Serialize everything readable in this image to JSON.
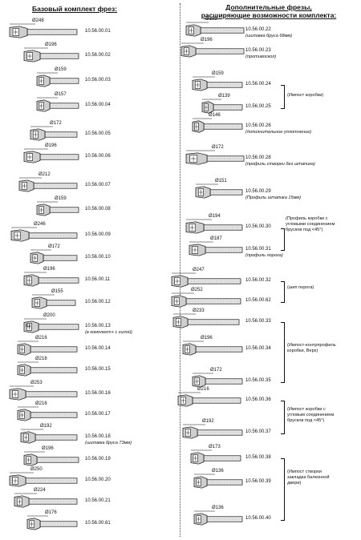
{
  "left": {
    "title": "Базовый комплект фрез:",
    "items": [
      {
        "dia": "Ø248",
        "code": "10.56.00.01"
      },
      {
        "dia": "Ø196",
        "code": "10.56.00.02"
      },
      {
        "dia": "Ø159",
        "code": "10.56.00.03"
      },
      {
        "dia": "Ø157",
        "code": "10.56.00.04"
      },
      {
        "dia": "Ø172",
        "code": "10.56.00.05"
      },
      {
        "dia": "Ø196",
        "code": "10.56.00.06"
      },
      {
        "dia": "Ø212",
        "code": "10.56.00.07"
      },
      {
        "dia": "Ø159",
        "code": "10.56.00.08"
      },
      {
        "dia": "Ø246",
        "code": "10.56.00.09"
      },
      {
        "dia": "Ø172",
        "code": "10.56.00.10"
      },
      {
        "dia": "Ø196",
        "code": "10.56.00.11"
      },
      {
        "dia": "Ø155",
        "code": "10.56.00.12"
      },
      {
        "dia": "Ø200",
        "code": "10.56.00.13",
        "note": "(в комплект+ с гилой)",
        "label": "nз"
      },
      {
        "dia": "Ø216",
        "code": "10.56.00.14"
      },
      {
        "dia": "Ø216",
        "code": "10.56.00.15"
      },
      {
        "dia": "Ø253",
        "code": "10.56.00.16"
      },
      {
        "dia": "Ø216",
        "code": "10.56.00.17"
      },
      {
        "dia": "Ø192",
        "code": "10.56.00.18",
        "note": "(шиповка бруса 73мм)"
      },
      {
        "dia": "Ø196",
        "code": "10.56.00.19"
      },
      {
        "dia": "Ø250",
        "code": "10.56.00.20"
      },
      {
        "dia": "Ø224",
        "code": "10.56.00.21"
      },
      {
        "dia": "Ø176",
        "code": "10.56.00.61"
      }
    ]
  },
  "right": {
    "title_line1": "Дополнительные фрезы,",
    "title_line2": "расширяющие возможности комплекта:",
    "items": [
      {
        "dia": "Ø192",
        "code": "10.56.00.22",
        "note": "(шиповка бруса 68мм)"
      },
      {
        "dia": "Ø196",
        "code": "10.56.00.23",
        "note": "(противоскол)"
      },
      {
        "dia": "Ø159",
        "code": "10.56.00.24"
      },
      {
        "dia": "Ø139",
        "code": "10.56.00.25"
      },
      {
        "dia": "Ø146",
        "code": "10.56.00.26",
        "note": "(дополнительное уплотнение)"
      },
      {
        "dia": "Ø172",
        "code": "10.56.00.28",
        "note": "(профиль створки без штапика)"
      },
      {
        "dia": "Ø151",
        "code": "10.56.00.29",
        "note": "(Профиль штапика 15мм)"
      },
      {
        "dia": "Ø194",
        "code": "10.56.00.30"
      },
      {
        "dia": "Ø187",
        "code": "10.56.00.31",
        "note": "(профиль порога)"
      },
      {
        "dia": "Ø247",
        "code": "10.56.00.32"
      },
      {
        "dia": "Ø252",
        "code": "10.56.00.62"
      },
      {
        "dia": "Ø233",
        "code": "10.56.00.33"
      },
      {
        "dia": "Ø196",
        "code": "10.56.00.34"
      },
      {
        "dia": "Ø172",
        "code": "10.56.00.35"
      },
      {
        "dia": "Ø216",
        "code": "10.56.00.36"
      },
      {
        "dia": "Ø192",
        "code": "10.56.00.37"
      },
      {
        "dia": "Ø173",
        "code": "10.56.00.38"
      },
      {
        "dia": "Ø136",
        "code": "10.56.00.39"
      },
      {
        "dia": "Ø136",
        "code": "10.56.00.40"
      }
    ],
    "sections": {
      "impost_box": "(Импост коробки)",
      "box_corner": [
        "(Профиль коробки с",
        "угловыми соединением",
        "брусков под <45°)"
      ],
      "threshold": "(шип порога)",
      "counter": [
        "(Импост-контрпрофиль",
        "коробки, Верх)"
      ],
      "impost_corner": [
        "(Импост коробки с",
        "угловым соединением",
        "брусков под <45°)"
      ],
      "balcony": [
        "(Импост створки",
        "закладка балконной",
        "двери)"
      ]
    }
  }
}
